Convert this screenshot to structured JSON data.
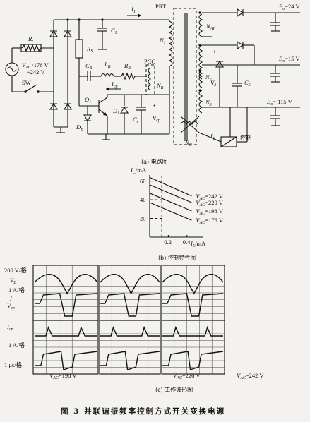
{
  "circuit": {
    "label_prt": "PRT",
    "label_pcc": "PCC",
    "label_rs": "R",
    "label_rs_sub": "S",
    "label_rt": "R",
    "label_rt_sub": "t",
    "label_c1": "C",
    "label_c1_sub": "1",
    "label_cb": "C",
    "label_cb_sub": "B",
    "label_lb": "L",
    "label_lb_sub": "B",
    "label_rb": "R",
    "label_rb_sub": "B",
    "label_n1": "N",
    "label_n1_sub": "1",
    "label_nb": "N",
    "label_nb_sub": "B",
    "label_naf": "N",
    "label_naf_sub": "AF",
    "label_n2": "N",
    "label_n2_sub": "2",
    "label_n3": "N",
    "label_n3_sub": "3",
    "label_nc": "N",
    "label_nc_sub": "C",
    "label_v2": "V",
    "label_v2_sub": "2",
    "label_cs": "C",
    "label_cs_sub": "S",
    "label_q1": "Q",
    "label_q1_sub": "1",
    "label_d1": "D",
    "label_d1_sub": "1",
    "label_db": "D",
    "label_db_sub": "B",
    "label_cr": "C",
    "label_cr_sub": "r",
    "label_vcp": "V",
    "label_vcp_sub": "cp",
    "label_icp": "I",
    "label_icp_sub": "cp",
    "label_i1": "I",
    "label_i1_sub": "1",
    "label_ic": "I",
    "label_ic_sub": "C",
    "label_sw": "SW",
    "label_vac": "V",
    "label_vac_sub": "AC",
    "label_vac_range_1": "176 V",
    "label_vac_range_2": "~242 V",
    "label_out1_v": "E",
    "label_out1_sub": "o",
    "label_out1_val": "=24 V",
    "label_out2_val": "=15 V",
    "label_out3_val": "= 115 V",
    "label_control": "控制",
    "plus": "+",
    "minus": "−",
    "caption": "(a) 电路图"
  },
  "chart_data": {
    "type": "line",
    "title": "",
    "ylabel": "I",
    "ylabel_sub": "C",
    "ylabel_unit": "/mA",
    "xlabel": "I",
    "xlabel_sub": "L",
    "xlabel_unit": "/mA",
    "xlim": [
      0,
      0.5
    ],
    "ylim": [
      0,
      65
    ],
    "x_ticks": [
      "0.2",
      "0.4"
    ],
    "x_tick_values": [
      0.2,
      0.4
    ],
    "y_ticks": [
      "60",
      "40",
      "20"
    ],
    "y_tick_values": [
      60,
      40,
      20
    ],
    "series": [
      {
        "name": "V",
        "name_sub": "AC",
        "name_val": "=242  V",
        "x": [
          0.0,
          0.45
        ],
        "y": [
          64,
          44
        ]
      },
      {
        "name": "V",
        "name_sub": "AC",
        "name_val": "=220  V",
        "x": [
          0.0,
          0.45
        ],
        "y": [
          56,
          37
        ]
      },
      {
        "name": "V",
        "name_sub": "AC",
        "name_val": "=198  V",
        "x": [
          0.0,
          0.45
        ],
        "y": [
          47,
          28
        ]
      },
      {
        "name": "V",
        "name_sub": "AC",
        "name_val": "=176  V",
        "x": [
          0.0,
          0.45
        ],
        "y": [
          37,
          18
        ]
      }
    ],
    "marker_x": 0.13,
    "caption": "(b) 控制特性图"
  },
  "waveforms": {
    "row1_label_a": "200 V/格",
    "row1_label_b": "V",
    "row1_label_b_sub": "B",
    "row2_label_a": "1 A/格",
    "row2_label_b": "I",
    "row2_label_c": "V",
    "row2_label_c_sub": "cp",
    "row3_label_a": "I",
    "row3_label_a_sub": "cp",
    "row3_label_b": "1 A/格",
    "row3_label_c": "1 μs/格",
    "col1": "V",
    "col1_sub": "AC",
    "col1_val": "=198 V",
    "col2_val": "=220 V",
    "col3_val": "=242 V",
    "caption": "(c) 工作波形图"
  },
  "figure_title": "图 3   并联谐振频率控制方式开关变换电源"
}
